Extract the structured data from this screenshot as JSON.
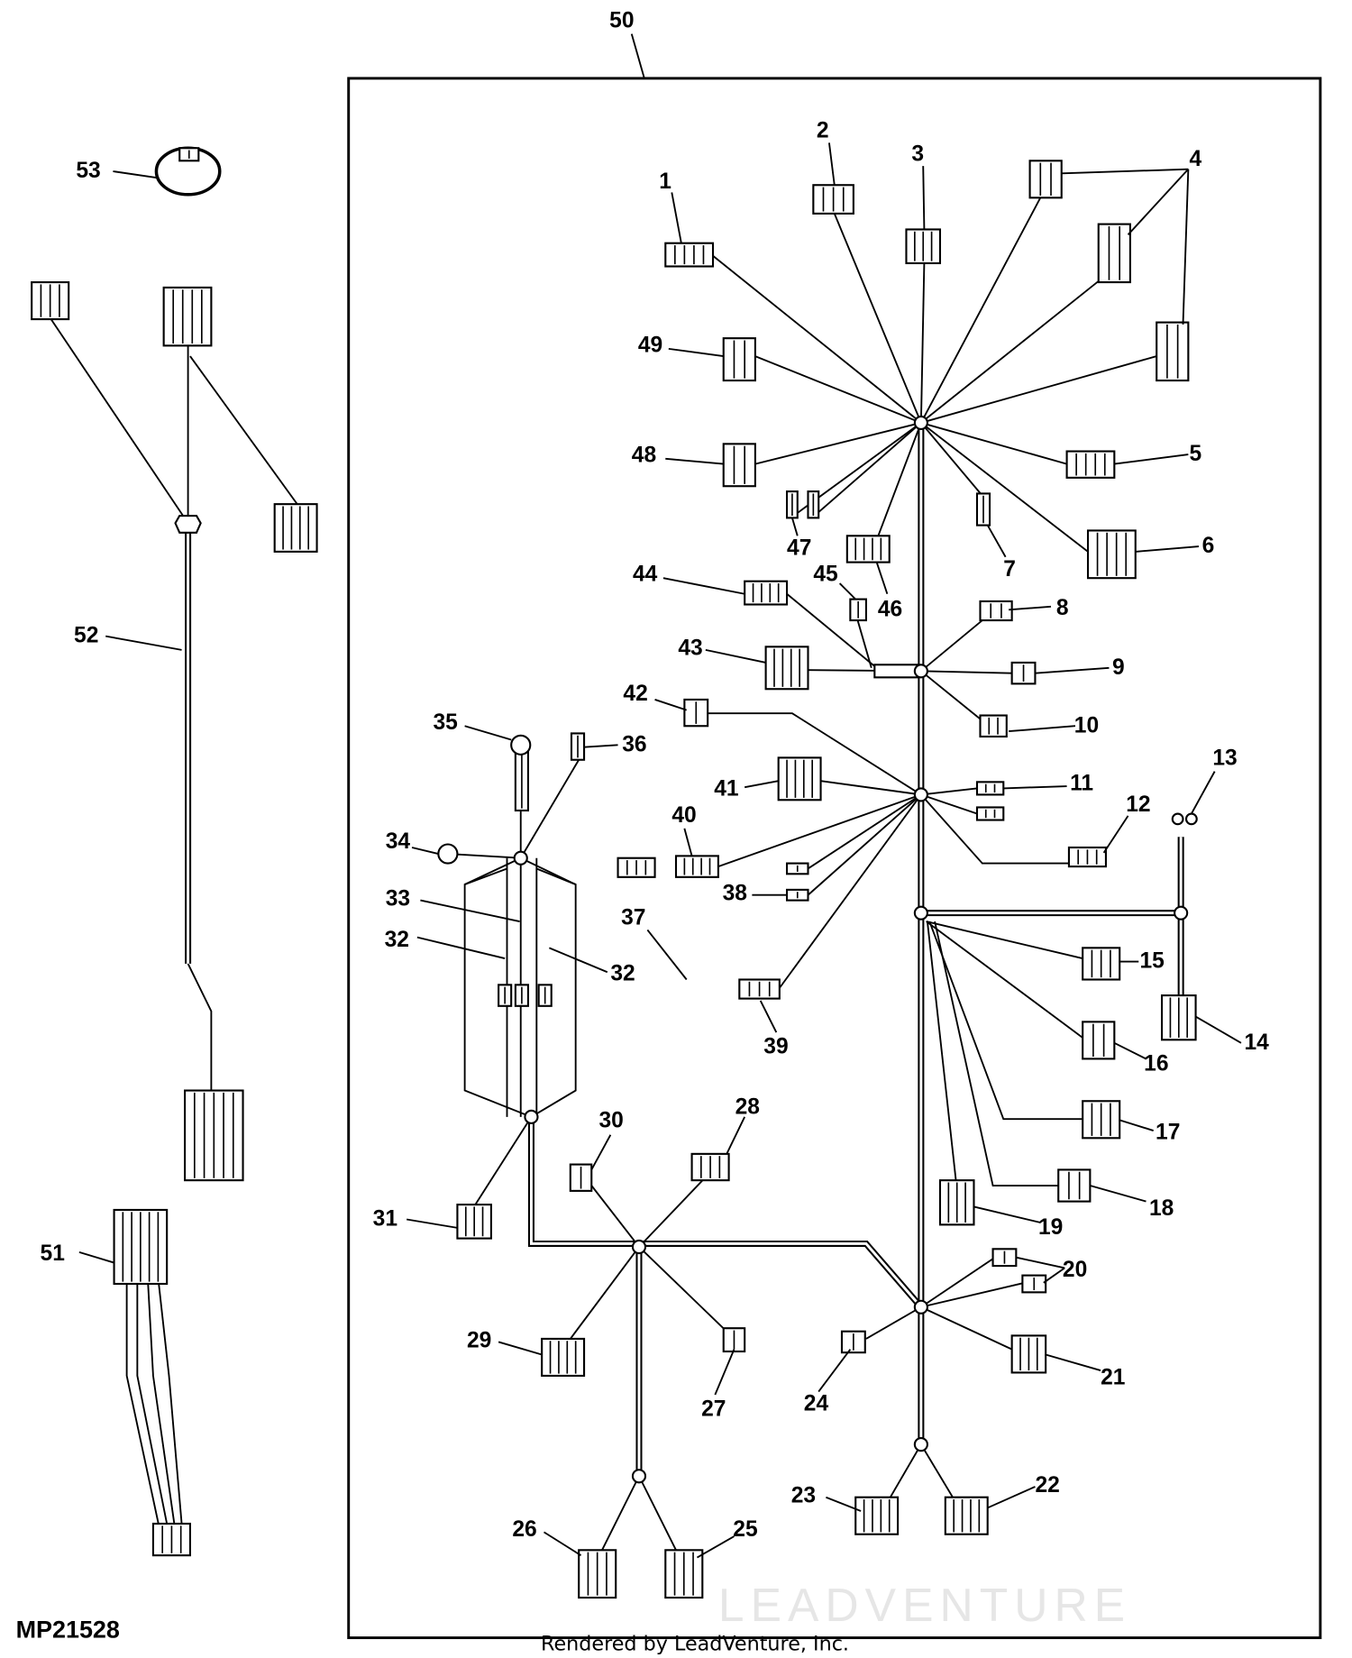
{
  "figure_code": "MP21528",
  "credit": "Rendered by LeadVenture, Inc.",
  "watermark": "LEADVENTURE",
  "assembly_callout": "50",
  "callouts": [
    "1",
    "2",
    "3",
    "4",
    "5",
    "6",
    "7",
    "8",
    "9",
    "10",
    "11",
    "12",
    "13",
    "14",
    "15",
    "16",
    "17",
    "18",
    "19",
    "20",
    "21",
    "22",
    "23",
    "24",
    "25",
    "26",
    "27",
    "28",
    "29",
    "30",
    "31",
    "32",
    "32",
    "33",
    "34",
    "35",
    "36",
    "37",
    "38",
    "39",
    "40",
    "41",
    "42",
    "43",
    "44",
    "45",
    "46",
    "47",
    "48",
    "49",
    "51",
    "52",
    "53"
  ]
}
